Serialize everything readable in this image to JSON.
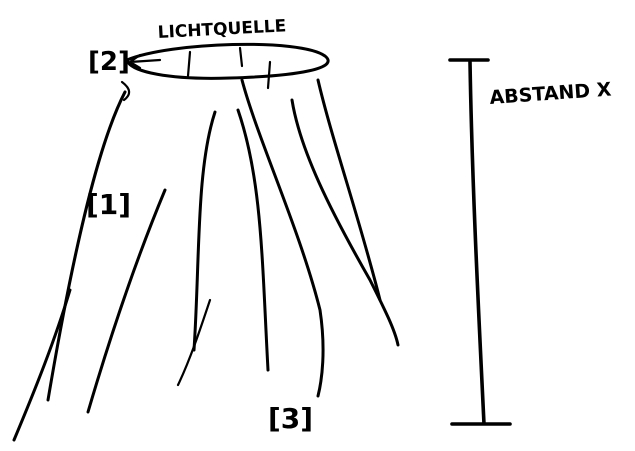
{
  "sketch": {
    "top_label": "LICHTQUELLE",
    "distance_label": "ABSTAND X",
    "marker_1": "[1]",
    "marker_2": "[2]",
    "marker_3": "[3]",
    "ink_color": "#000000",
    "paper_color": "#ffffff"
  }
}
